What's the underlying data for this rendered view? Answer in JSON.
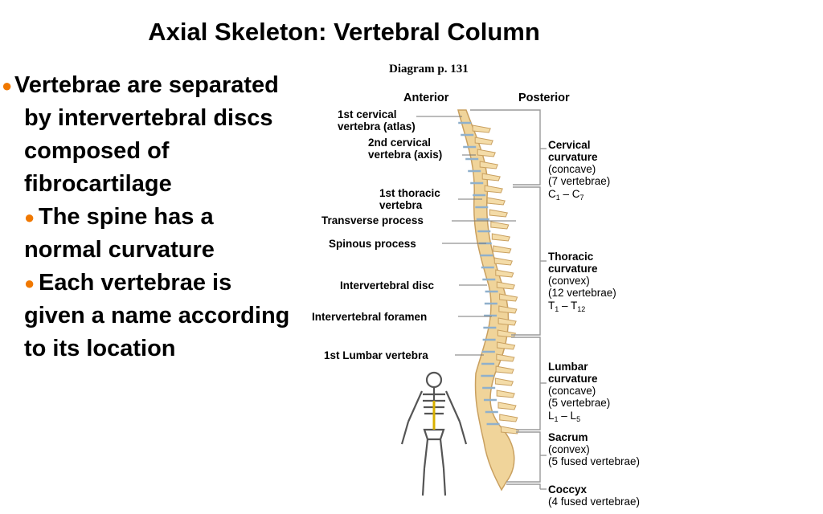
{
  "title": "Axial Skeleton: Vertebral Column",
  "bullets": [
    "Vertebrae are separated by intervertebral discs composed of fibrocartilage",
    "The spine has a normal curvature",
    "Each vertebrae is given a name according to its location"
  ],
  "caption": "Diagram p. 131",
  "diagram": {
    "anterior": "Anterior",
    "posterior": "Posterior",
    "left_labels": {
      "atlas_1": "1st cervical",
      "atlas_2": "vertebra (atlas)",
      "axis_1": "2nd cervical",
      "axis_2": "vertebra (axis)",
      "thoracic_1": "1st thoracic",
      "thoracic_2": "vertebra",
      "transverse": "Transverse process",
      "spinous": "Spinous process",
      "disc": "Intervertebral disc",
      "foramen": "Intervertebral foramen",
      "lumbar": "1st Lumbar vertebra"
    },
    "regions": {
      "cervical": {
        "name_1": "Cervical",
        "name_2": "curvature",
        "shape": "(concave)",
        "count": "(7 vertebrae)",
        "l": "C",
        "s1": "1",
        "dash": " – ",
        "r": "C",
        "s2": "7"
      },
      "thoracic": {
        "name_1": "Thoracic",
        "name_2": "curvature",
        "shape": "(convex)",
        "count": "(12 vertebrae)",
        "l": "T",
        "s1": "1",
        "dash": " – ",
        "r": "T",
        "s2": "12"
      },
      "lumbar": {
        "name_1": "Lumbar",
        "name_2": "curvature",
        "shape": "(concave)",
        "count": "(5 vertebrae)",
        "l": "L",
        "s1": "1",
        "dash": " – ",
        "r": "L",
        "s2": "5"
      },
      "sacrum": {
        "name_1": "Sacrum",
        "shape": "(convex)",
        "count": "(5 fused vertebrae)"
      },
      "coccyx": {
        "name_1": "Coccyx",
        "count": "(4 fused vertebrae)"
      }
    }
  },
  "colors": {
    "bullet": "#f07800",
    "bone": "#f0d49a",
    "bone_dark": "#c9a060",
    "disc": "#a8c4dc",
    "bracket": "#9a9a9a"
  }
}
